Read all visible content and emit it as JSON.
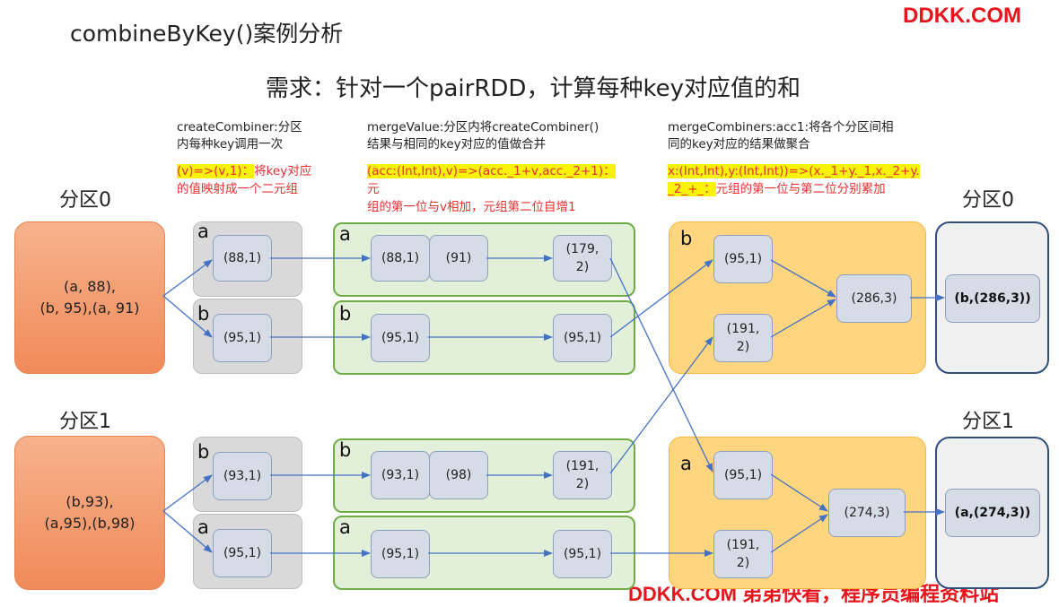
{
  "title": "combineByKey()案例分析",
  "subtitle": "需求：针对一个pairRDD，计算每种key对应值的和",
  "watermark_top": "DDKK.COM",
  "watermark_bottom": "DDKK.COM 弟弟快看，程序员编程资料站",
  "colors": {
    "accent_red": "#e53030",
    "highlight": "#fbf20a",
    "arrow": "#4472c4",
    "watermark": "#e8141b"
  },
  "steps": {
    "createCombiner": {
      "desc_line1": "createCombiner:分区",
      "desc_line2": "内每种key调用一次",
      "code_hl": "(v)=>(v,1)：",
      "code_rest1": "将key对应",
      "code_line2": "的值映射成一个二元组"
    },
    "mergeValue": {
      "desc_line1": "mergeValue:分区内将createCombiner()",
      "desc_line2": "结果与相同的key对应的值做合并",
      "code_hl": "(acc:(Int,Int),v)=>(acc._1+v,acc._2+1)：",
      "code_rest1": "元",
      "code_line2": "组的第一位与v相加，元组第二位自增1"
    },
    "mergeCombiners": {
      "desc_line1": "mergeCombiners:acc1:将各个分区间相",
      "desc_line2": "同的key对应的结果做聚合",
      "code_hl1": "x:(Int,Int),y:(Int,Int))=>(x._1+y._1,x._2+y.",
      "code_hl2": "_2_+_：",
      "code_rest2": "元组的第一位与第二位分别累加"
    }
  },
  "partitions": [
    {
      "label": "分区0",
      "data_line1": "(a, 88),",
      "data_line2": "(b, 95),(a, 91)"
    },
    {
      "label": "分区1",
      "data_line1": "(b,93),",
      "data_line2": "(a,95),(b,98)"
    }
  ],
  "output_partitions": [
    {
      "label": "分区0",
      "result": "(b,(286,3))"
    },
    {
      "label": "分区1",
      "result": "(a,(274,3))"
    }
  ],
  "keys": {
    "a": "a",
    "b": "b"
  },
  "create_nodes": [
    "(88,1)",
    "(95,1)",
    "(93,1)",
    "(95,1)"
  ],
  "merge_value_rows": [
    {
      "n1": "(88,1)",
      "n2": "(91)",
      "out1": "(179,",
      "out2": "2)"
    },
    {
      "n1": "(95,1)",
      "out": "(95,1)"
    },
    {
      "n1": "(93,1)",
      "n2": "(98)",
      "out1": "(191,",
      "out2": "2)"
    },
    {
      "n1": "(95,1)",
      "out": "(95,1)"
    }
  ],
  "merge_combiners": [
    {
      "in1": "(95,1)",
      "in2_l1": "(191,",
      "in2_l2": "2)",
      "sum": "(286,3)"
    },
    {
      "in1": "(95,1)",
      "in2_l1": "(191,",
      "in2_l2": "2)",
      "sum": "(274,3)"
    }
  ]
}
